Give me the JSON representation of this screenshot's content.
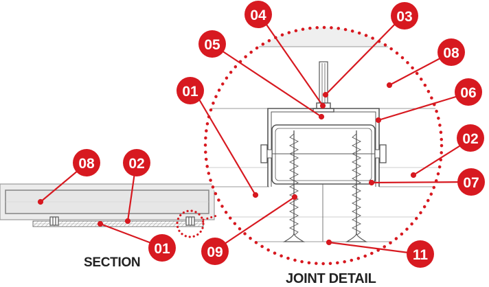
{
  "colors": {
    "accent": "#d71920",
    "line": "#9a9a9a",
    "dark": "#555555",
    "fill": "#f0f0f0"
  },
  "captions": {
    "section": "SECTION",
    "joint_detail": "JOINT DETAIL"
  },
  "callouts": {
    "c01_joint": "01",
    "c02_joint": "02",
    "c03": "03",
    "c04": "04",
    "c05": "05",
    "c06": "06",
    "c07": "07",
    "c08_joint": "08",
    "c09": "09",
    "c11": "11",
    "c08_section": "08",
    "c02_section": "02",
    "c01_section": "01"
  }
}
